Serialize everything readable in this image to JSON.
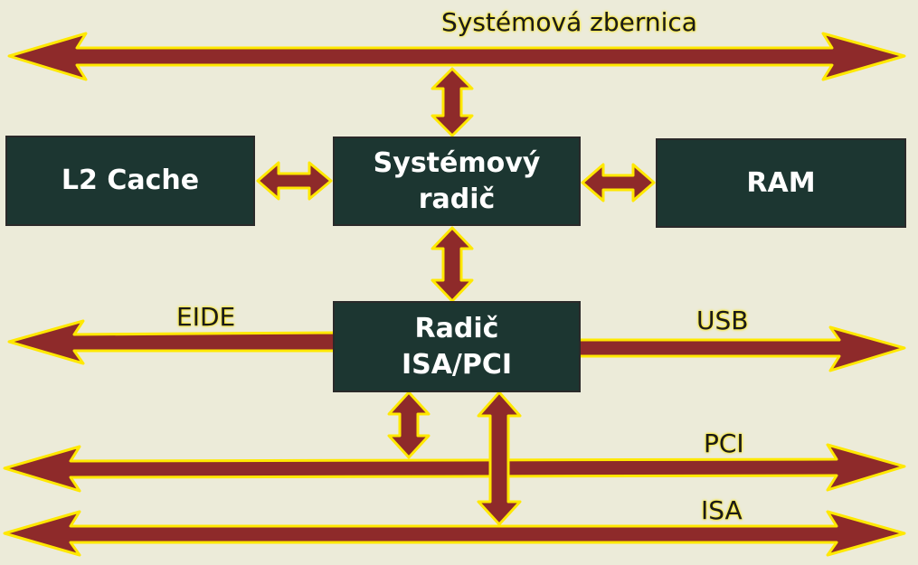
{
  "title": "Systémová zbernica",
  "boxes": {
    "l2_cache": "L2 Cache",
    "system_controller_line1": "Systémový",
    "system_controller_line2": "radič",
    "ram": "RAM",
    "isa_pci_line1": "Radič",
    "isa_pci_line2": "ISA/PCI"
  },
  "buses": {
    "eide": "EIDE",
    "usb": "USB",
    "pci": "PCI",
    "isa": "ISA"
  },
  "colors": {
    "background": "#ecebd9",
    "arrow": "#8e2a2a",
    "arrow_outline": "#ffe800",
    "box": "#1c3631",
    "box_text": "#ffffff"
  }
}
